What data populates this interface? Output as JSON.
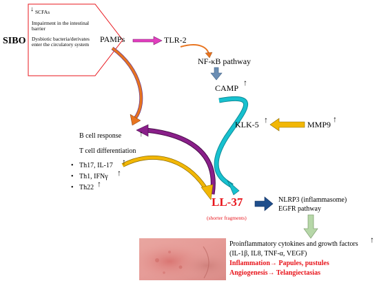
{
  "sibo": "SIBO",
  "box_lines": [
    "SCFAs",
    "Impairment in the intestinal barrier",
    "Dysbiotic bacteria/derivates enter the circulatory system"
  ],
  "nodes": {
    "pamps": "PAMPs",
    "tlr2": "TLR-2",
    "nfkb": "NF-κB pathway",
    "camp": "CAMP",
    "klk5": "KLK-5",
    "mmp9": "MMP9",
    "b_cell": "B cell response",
    "t_cell": "T cell differentiation",
    "th17": "Th17, IL-17",
    "th1": "Th1, IFNγ",
    "th22": "Th22",
    "ll37": "LL-37",
    "shorter": "(shorter fragments)",
    "nlrp3": "NLRP3 (inflammasome)",
    "egfr": "EGFR pathway",
    "cytokines": "Proinflammatory cytokines and growth factors",
    "cytokine_list": "(IL-1β, IL8, TNF-α, VEGF)",
    "inflammation": "Inflammation→ Papules, pustules",
    "angiogenesis": "Angiogenesis→ Telangiectasias"
  },
  "bullet": "•",
  "up_arrow": "↑",
  "down_arrow": "↓",
  "colors": {
    "magenta_arrow": "#e23fbf",
    "orange_arrow": "#e8741f",
    "teal_arrow": "#17c1cf",
    "gold_arrow": "#f2b705",
    "purple_arrow": "#8a1f8a",
    "navy_arrow": "#1f4e8c",
    "steel_arrow": "#6a8db3",
    "green_arrow": "#b6d7a8",
    "box_border": "#e8141b",
    "red_text": "#e8141b"
  }
}
